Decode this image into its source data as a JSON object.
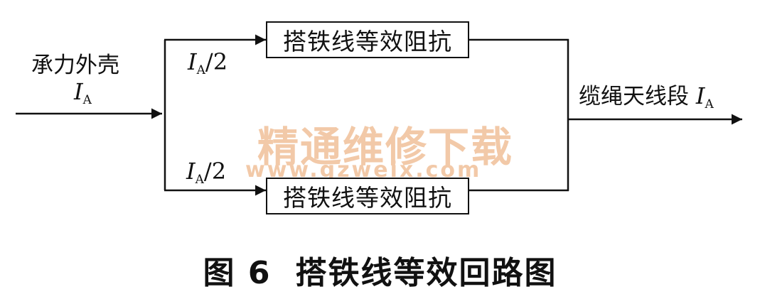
{
  "watermark": {
    "cn": "精通维修下载",
    "url": "www.gzweix.com"
  },
  "input": {
    "label": "承力外壳",
    "current_symbol": "I",
    "current_sub": "A"
  },
  "upper_branch": {
    "current_symbol": "I",
    "current_sub": "A",
    "divisor": "/2",
    "box_label": "搭铁线等效阻抗"
  },
  "lower_branch": {
    "current_symbol": "I",
    "current_sub": "A",
    "divisor": "/2",
    "box_label": "搭铁线等效阻抗"
  },
  "output": {
    "label": "缆绳天线段",
    "current_symbol": "I",
    "current_sub": "A"
  },
  "caption": {
    "number": "图 6",
    "title": "搭铁线等效回路图"
  }
}
